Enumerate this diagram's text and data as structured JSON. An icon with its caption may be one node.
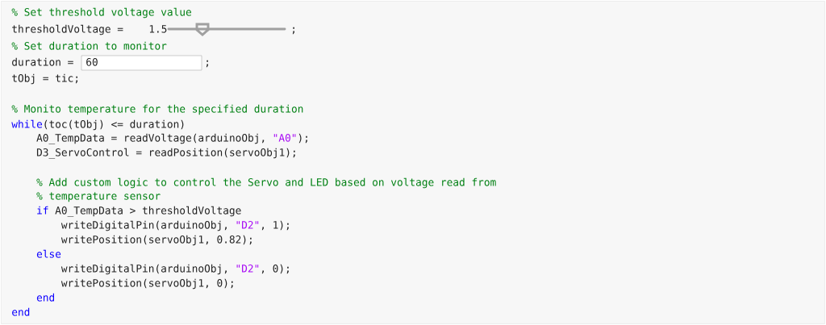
{
  "diagram": {
    "labels": [
      "% Set threshold voltage value",
      "thresholdVoltage =",
      "1.5",
      ";",
      "% Set duration to monitor",
      "duration =",
      "60",
      ";",
      "tObj = tic;",
      "% Monito temperature for the specified duration",
      "while",
      "(toc(tObj) <= duration)",
      "A0_TempData = readVoltage(arduinoObj,",
      "\"A0\"",
      ");",
      "D3_ServoControl = readPosition(servoObj1);",
      "% Add custom logic to control the Servo and LED based on voltage read from",
      "% temperature sensor",
      "if",
      "A0_TempData > thresholdVoltage",
      "writeDigitalPin(arduinoObj,",
      "\"D2\"",
      ", 1);",
      "writePosition(servoObj1, 0.82);",
      "else",
      "writeDigitalPin(arduinoObj,",
      "\"D2\"",
      ", 0);",
      "writePosition(servoObj1, 0);",
      "end",
      "end"
    ]
  }
}
